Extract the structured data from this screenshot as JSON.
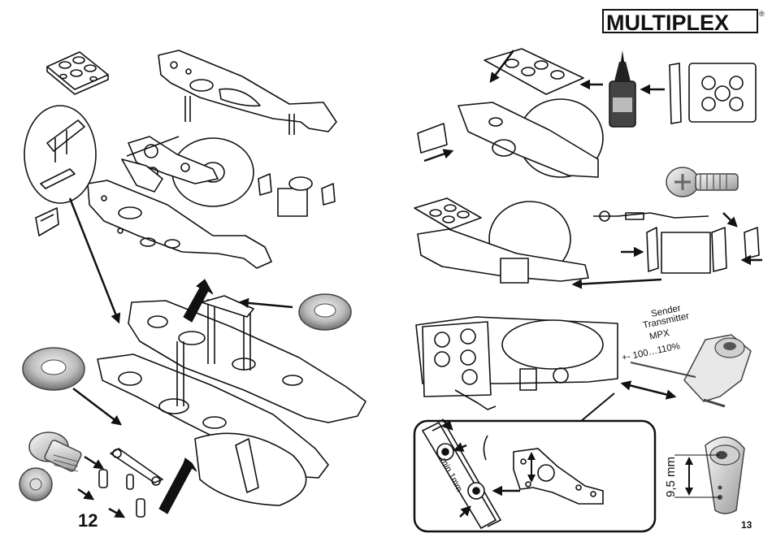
{
  "brand": {
    "name": "MULTIPLEX",
    "registered": "®"
  },
  "step_number": "12",
  "transmitter_note": {
    "line1": "Sender",
    "line2": "Transmitter",
    "line3": "MPX",
    "line4": "+- 100…110%"
  },
  "dimensions": {
    "min_gap": "min.1mm",
    "hole_distance": "9,5 mm"
  },
  "page_number": "13",
  "colors": {
    "ink": "#111111",
    "paper": "#ffffff",
    "metal_light": "#e6e6e6",
    "metal_dark": "#8a8a8a"
  }
}
